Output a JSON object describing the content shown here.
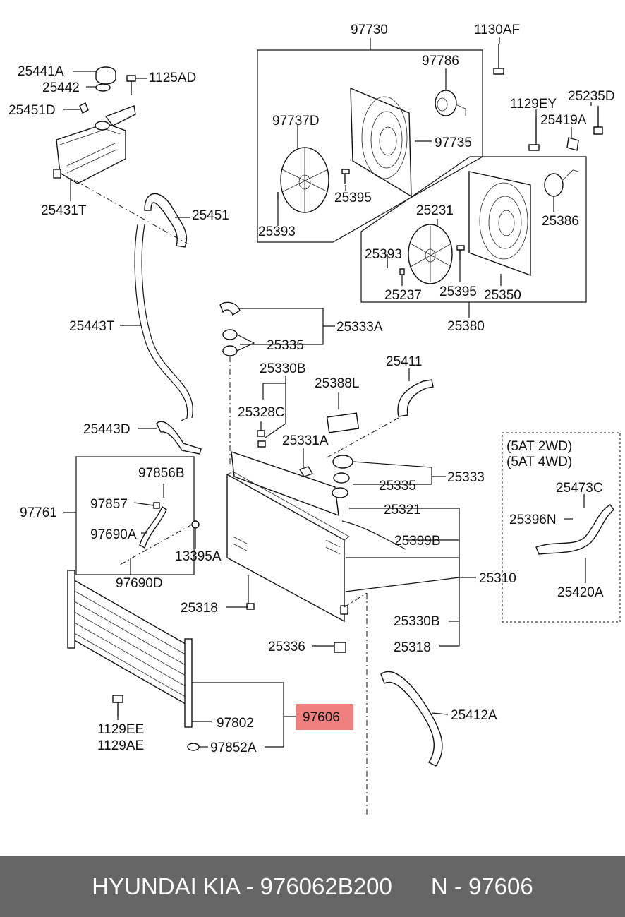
{
  "highlight": {
    "part": "97606",
    "color": "#f08080"
  },
  "labels": {
    "l97730": "97730",
    "l1130AF": "1130AF",
    "l97786": "97786",
    "l97737D": "97737D",
    "l97735": "97735",
    "l25395a": "25395",
    "l25393a": "25393",
    "l1129EY": "1129EY",
    "l25235D": "25235D",
    "l25419A": "25419A",
    "l25386": "25386",
    "l25231": "25231",
    "l25393b": "25393",
    "l25237": "25237",
    "l25395b": "25395",
    "l25350": "25350",
    "l25380": "25380",
    "l25441A": "25441A",
    "l25442": "25442",
    "l1125AD": "1125AD",
    "l25451D": "25451D",
    "l25431T": "25431T",
    "l25451": "25451",
    "l25443T": "25443T",
    "l25443D": "25443D",
    "l25333A": "25333A",
    "l25335a": "25335",
    "l25330Ba": "25330B",
    "l25328C": "25328C",
    "l25388L": "25388L",
    "l25411": "25411",
    "l25331A": "25331A",
    "l25333": "25333",
    "l25335b": "25335",
    "l25321": "25321",
    "l25399B": "25399B",
    "l25310": "25310",
    "l25330Bb": "25330B",
    "l25318b": "25318",
    "l25318a": "25318",
    "l25336": "25336",
    "l5AT2WD": "(5AT 2WD)",
    "l5AT4WD": "(5AT 4WD)",
    "l25473C": "25473C",
    "l25396N": "25396N",
    "l25420A": "25420A",
    "l97761": "97761",
    "l97856B": "97856B",
    "l97857": "97857",
    "l97690A": "97690A",
    "l97690D": "97690D",
    "l13395A": "13395A",
    "l97802": "97802",
    "l97606": "97606",
    "l97852A": "97852A",
    "l1129EE": "1129EE",
    "l1129AE": "1129AE",
    "l25412A": "25412A"
  },
  "footer": {
    "text": "HYUNDAI KIA - 976062B200      N - 97606"
  }
}
